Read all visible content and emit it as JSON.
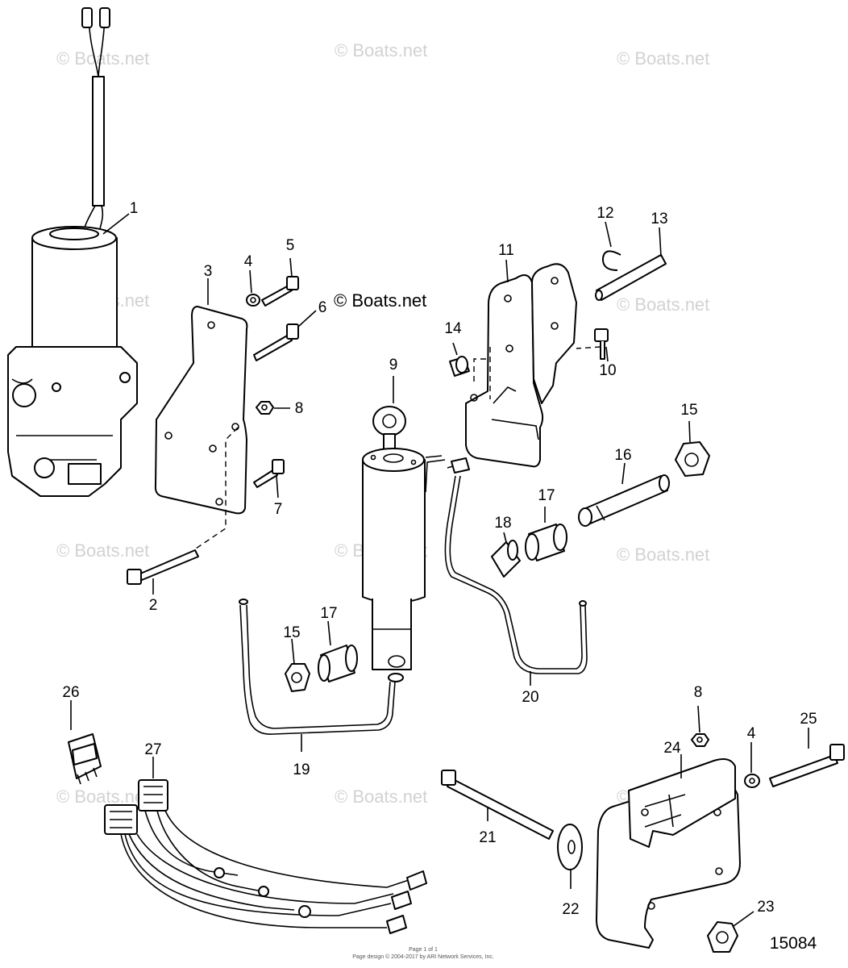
{
  "watermark": "© Boats.net",
  "figure_number": "15084",
  "footer": {
    "line1": "Page 1 of 1",
    "line2": "Page design © 2004-2017 by ARI Network Services, Inc."
  },
  "callouts": {
    "c1": "1",
    "c2": "2",
    "c3": "3",
    "c4a": "4",
    "c4b": "4",
    "c5": "5",
    "c6": "6",
    "c7": "7",
    "c8a": "8",
    "c8b": "8",
    "c9": "9",
    "c10": "10",
    "c11": "11",
    "c12": "12",
    "c13": "13",
    "c14": "14",
    "c15a": "15",
    "c15b": "15",
    "c16": "16",
    "c17a": "17",
    "c17b": "17",
    "c18": "18",
    "c19": "19",
    "c20": "20",
    "c21": "21",
    "c22": "22",
    "c23": "23",
    "c24": "24",
    "c25": "25",
    "c26": "26",
    "c27": "27"
  }
}
